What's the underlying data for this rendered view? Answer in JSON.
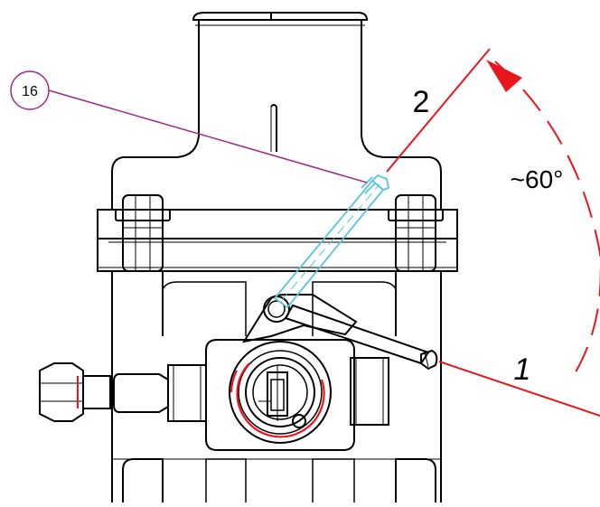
{
  "diagram": {
    "callout": {
      "number": "16"
    },
    "positions": {
      "start": "1",
      "end": "2"
    },
    "angle_label": "~60°"
  },
  "colors": {
    "outline": "#000000",
    "position_line": "#e8161d",
    "callout_line": "#9c2a8c",
    "lever_raised": "#5bc4d8",
    "background": "#ffffff"
  }
}
